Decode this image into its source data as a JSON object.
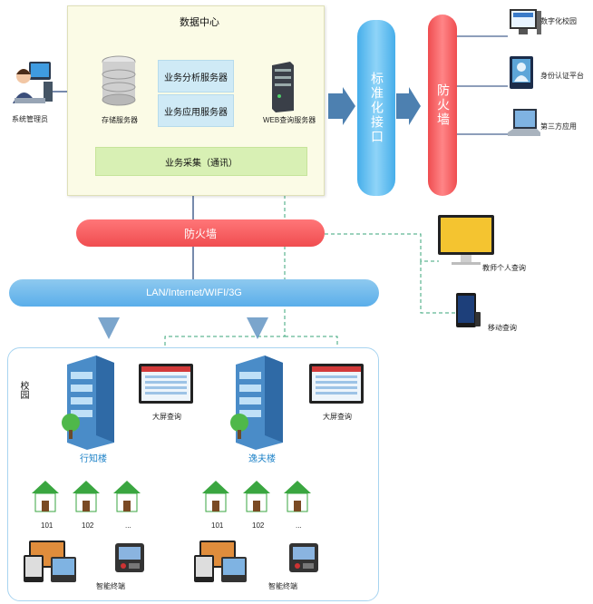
{
  "data_center": {
    "title": "数据中心",
    "storage_label": "存储服务器",
    "analysis_service": "业务分析服务器",
    "application_service": "业务应用服务器",
    "web_label": "WEB查询服务器",
    "collect_label": "业务采集（通讯）"
  },
  "admin_label": "系统管理员",
  "standard_interface": "标准化接口",
  "firewall_vertical": "防火墙",
  "firewall_horizontal": "防火墙",
  "network_label": "LAN/Internet/WIFI/3G",
  "right_apps": {
    "digital_campus": "数字化校园",
    "identity_platform": "身份认证平台",
    "third_party": "第三方应用"
  },
  "teacher_query": "教师个人查询",
  "mobile_query": "移动查询",
  "campus": {
    "label": "校园",
    "buildings": [
      {
        "name": "行知楼",
        "rooms": [
          "101",
          "102",
          "..."
        ],
        "screen_label": "大屏查询",
        "terminal_label": "智能终端"
      },
      {
        "name": "逸夫楼",
        "rooms": [
          "101",
          "102",
          "..."
        ],
        "screen_label": "大屏查询",
        "terminal_label": "智能终端"
      }
    ]
  },
  "colors": {
    "firewall": "#f04d50",
    "interface": "#5bb9ee",
    "lan": "#6ab6ec",
    "collect": "#d8f0b4",
    "service": "#cfeaf6",
    "dc_bg": "#fbfbe6",
    "dashed_link": "#3aa67a"
  }
}
